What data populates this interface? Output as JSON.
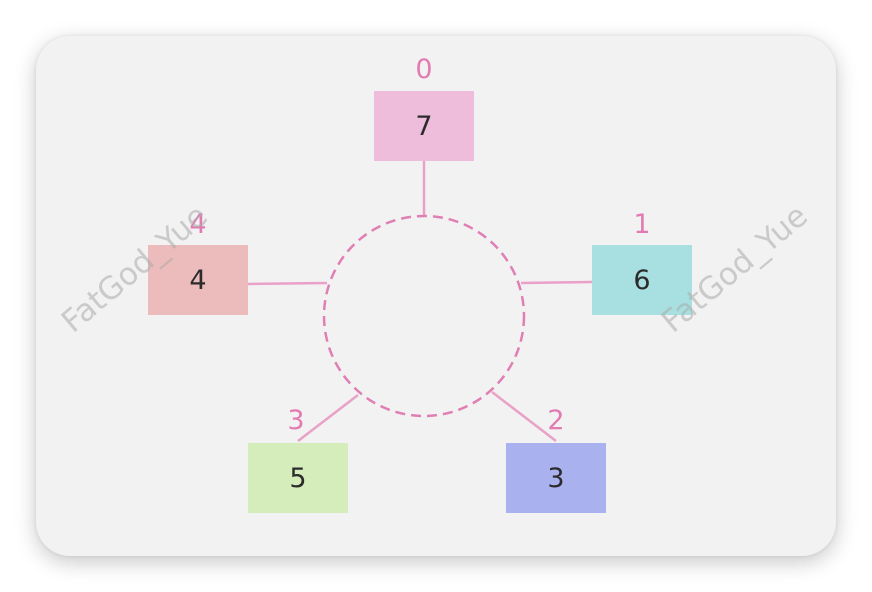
{
  "watermark": "FatGod_Yue",
  "colors": {
    "card_background": "#f2f2f2",
    "link": "#e9a1c8",
    "ring": "#df7fb3",
    "index_text": "#e27bb1",
    "value_text": "#2b2b2b"
  },
  "ring": {
    "style": "dashed circle"
  },
  "nodes": [
    {
      "index": "0",
      "value": "7",
      "color": "#eebddb"
    },
    {
      "index": "1",
      "value": "6",
      "color": "#a8dfe0"
    },
    {
      "index": "2",
      "value": "3",
      "color": "#a9b1ee"
    },
    {
      "index": "3",
      "value": "5",
      "color": "#d5ecbb"
    },
    {
      "index": "4",
      "value": "4",
      "color": "#ecbbbb"
    }
  ]
}
